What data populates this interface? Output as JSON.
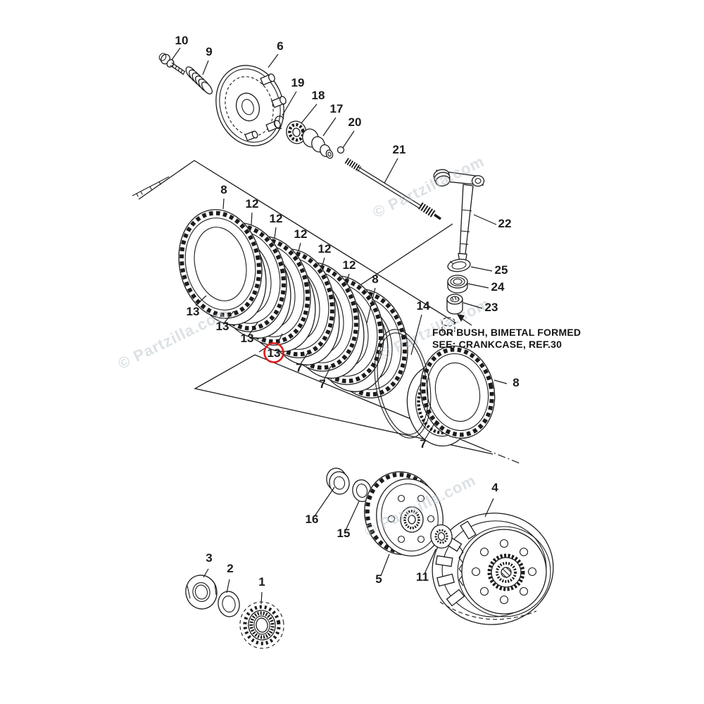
{
  "diagram": {
    "note": {
      "line1": "FOR BUSH, BIMETAL FORMED",
      "line2": "SEE: CRANKCASE, REF.30"
    },
    "watermark": {
      "text": "© Partzilla.com",
      "color": "#b9c4cc"
    },
    "highlight": {
      "color": "#e11c1c",
      "circled_label": "13"
    },
    "callouts": [
      {
        "label": "10"
      },
      {
        "label": "9"
      },
      {
        "label": "6"
      },
      {
        "label": "19"
      },
      {
        "label": "18"
      },
      {
        "label": "17"
      },
      {
        "label": "20"
      },
      {
        "label": "21"
      },
      {
        "label": "22"
      },
      {
        "label": "25"
      },
      {
        "label": "24"
      },
      {
        "label": "23"
      },
      {
        "label": "14"
      },
      {
        "label": "8"
      },
      {
        "label": "7"
      },
      {
        "label": "8"
      },
      {
        "label": "12"
      },
      {
        "label": "12"
      },
      {
        "label": "12"
      },
      {
        "label": "12"
      },
      {
        "label": "12"
      },
      {
        "label": "8"
      },
      {
        "label": "13"
      },
      {
        "label": "13"
      },
      {
        "label": "13"
      },
      {
        "label": "13"
      },
      {
        "label": "7"
      },
      {
        "label": "7"
      },
      {
        "label": "16"
      },
      {
        "label": "15"
      },
      {
        "label": "5"
      },
      {
        "label": "11"
      },
      {
        "label": "4"
      },
      {
        "label": "3"
      },
      {
        "label": "2"
      },
      {
        "label": "1"
      }
    ]
  }
}
